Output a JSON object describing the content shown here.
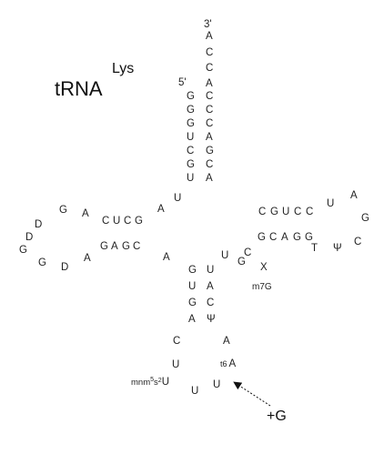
{
  "title": {
    "main": "tRNA",
    "superscript": "Lys"
  },
  "ends": {
    "three_prime": "3'",
    "five_prime": "5'"
  },
  "acceptor_stem": {
    "overhang": [
      "A",
      "C",
      "C",
      "A"
    ],
    "left": [
      "G",
      "G",
      "G",
      "U",
      "C",
      "G",
      "U"
    ],
    "right": [
      "C",
      "C",
      "C",
      "A",
      "G",
      "C",
      "A"
    ]
  },
  "d_arm": {
    "stem_top": [
      "C",
      "U",
      "C",
      "G"
    ],
    "stem_bottom": [
      "G",
      "A",
      "G",
      "C"
    ],
    "loop_top": [
      "D",
      "D",
      "G",
      "A"
    ],
    "loop_bottom": [
      "G",
      "G",
      "D",
      "A"
    ]
  },
  "junction": {
    "j1": "A",
    "j2": "U",
    "j3": "A",
    "j4": "U",
    "j5": "G"
  },
  "t_arm": {
    "stem_top": [
      "C",
      "G",
      "U",
      "C",
      "C"
    ],
    "stem_bottom": [
      "G",
      "C",
      "A",
      "G",
      "G"
    ],
    "loop": [
      "U",
      "A",
      "G",
      "C",
      "Ψ",
      "T"
    ]
  },
  "variable_loop": {
    "c": "C",
    "x": "X",
    "m7g": "m7G"
  },
  "anticodon_stem": {
    "left": [
      "G",
      "U",
      "G",
      "A"
    ],
    "right": [
      "U",
      "A",
      "C",
      "Ψ"
    ]
  },
  "anticodon_loop": {
    "c": "C",
    "u1": "U",
    "mod_base": "mnm",
    "mod_sup": "5",
    "mod_mid": "s",
    "mod_sub": "2",
    "mod_end": "U",
    "u2": "U",
    "u3": "U",
    "t6": "t6",
    "a_t6": "A",
    "a_top": "A"
  },
  "insertion_label": "+G"
}
